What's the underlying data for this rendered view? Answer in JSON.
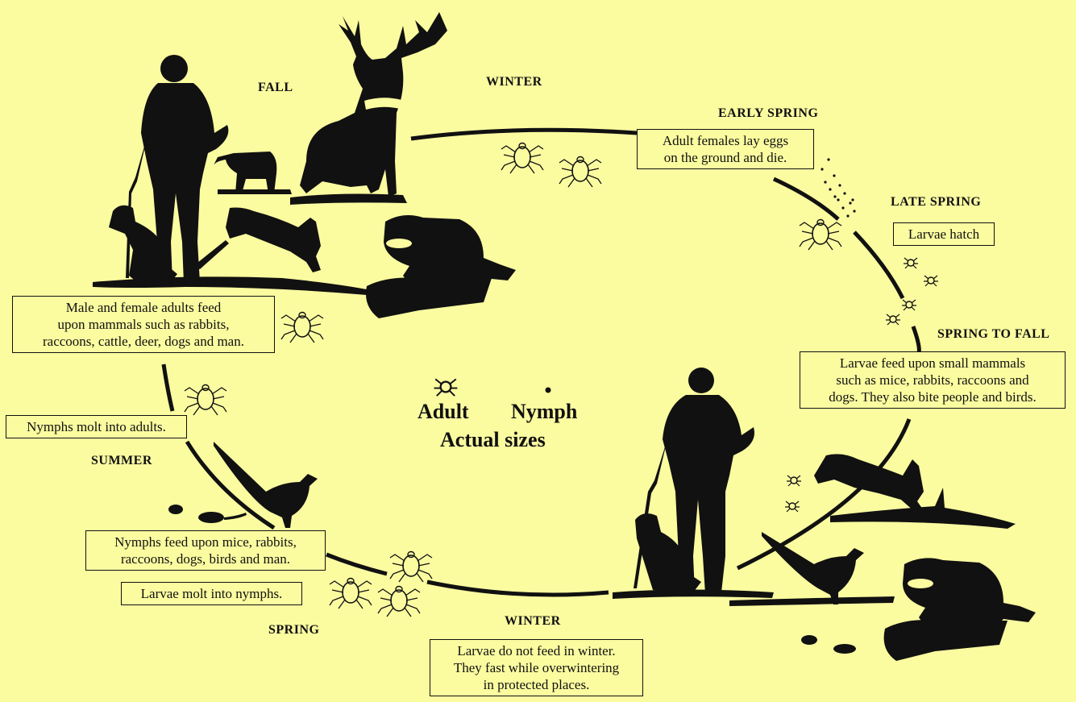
{
  "seasons": {
    "fall": "FALL",
    "winter_top": "WINTER",
    "early_spring": "EARLY SPRING",
    "late_spring": "LATE SPRING",
    "spring_to_fall": "SPRING TO FALL",
    "summer": "SUMMER",
    "spring": "SPRING",
    "winter_bottom": "WINTER"
  },
  "boxes": {
    "early_spring": [
      "Adult females lay eggs",
      "on the ground and die."
    ],
    "late_spring": [
      "Larvae hatch"
    ],
    "spring_to_fall": [
      "Larvae feed upon small mammals",
      "such as mice, rabbits, raccoons and",
      "dogs. They also bite people and birds."
    ],
    "fall": [
      "Male and female adults feed",
      "upon mammals such as rabbits,",
      "raccoons, cattle, deer, dogs and man."
    ],
    "summer": [
      "Nymphs molt into adults."
    ],
    "nymphs_feed": [
      "Nymphs feed upon mice, rabbits,",
      "raccoons, dogs, birds and man."
    ],
    "larvae_molt": [
      "Larvae molt into nymphs."
    ],
    "winter_bottom": [
      "Larvae do not feed in winter.",
      "They fast while overwintering",
      "in protected places."
    ]
  },
  "center": {
    "adult": "Adult",
    "nymph": "Nymph",
    "actual_sizes": "Actual sizes"
  },
  "colors": {
    "background": "#fbfba0",
    "ink": "#111111"
  }
}
